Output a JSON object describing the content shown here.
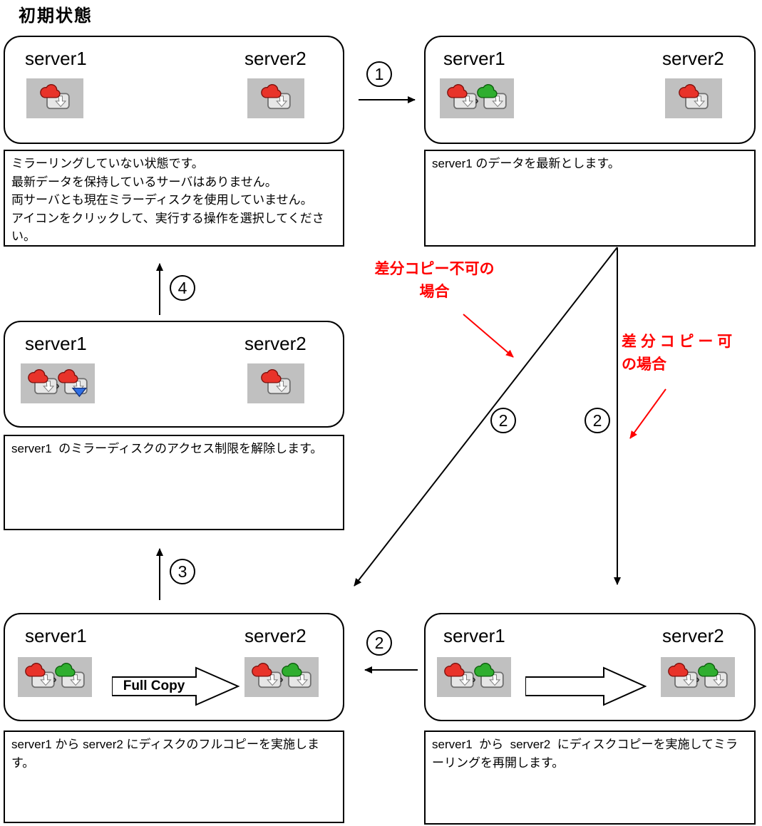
{
  "title": "初期状態",
  "colors": {
    "red_label": "#ff0000",
    "line": "#000000",
    "icon_bg": "#c0c0c0",
    "cloud_red": "#e8332a",
    "cloud_green": "#2fae2f",
    "restrict_blue": "#2f6fe4"
  },
  "steps": {
    "one": "1",
    "two": "2",
    "three": "3",
    "four": "4"
  },
  "red_labels": {
    "no_diff": "差分コピー不可の\n場合",
    "diff_ok": "差 分 コ ピ ー 可\nの場合"
  },
  "boxes": {
    "initial": {
      "server1": "server1",
      "server2": "server2",
      "desc": "ミラーリングしていない状態です。\n最新データを保持しているサーバはありません。\n両サーバとも現在ミラーディスクを使用していません。\nアイコンをクリックして、実行する操作を選択してください。"
    },
    "set_latest": {
      "server1": "server1",
      "server2": "server2",
      "desc": "server1 のデータを最新とします。"
    },
    "unlock": {
      "server1": "server1",
      "server2": "server2",
      "desc": "server1  のミラーディスクのアクセス制限を解除します。"
    },
    "full_copy": {
      "server1": "server1",
      "server2": "server2",
      "arrow_label": "Full Copy",
      "desc": "server1 から server2 にディスクのフルコピーを実施します。"
    },
    "disk_copy": {
      "server1": "server1",
      "server2": "server2",
      "desc": "server1  から  server2  にディスクコピーを実施してミラーリングを再開します。"
    }
  },
  "icons": {
    "mirror_disk_red": "red-cloud-mirror-disk-icon",
    "mirror_disk_green": "green-cloud-mirror-disk-icon",
    "mirror_disk_restricted": "mirror-disk-access-restricted-icon",
    "copy_chevron": "copy-direction-chevron-icon",
    "full_copy_arrow": "full-copy-block-arrow",
    "disk_copy_arrow": "disk-copy-block-arrow"
  }
}
